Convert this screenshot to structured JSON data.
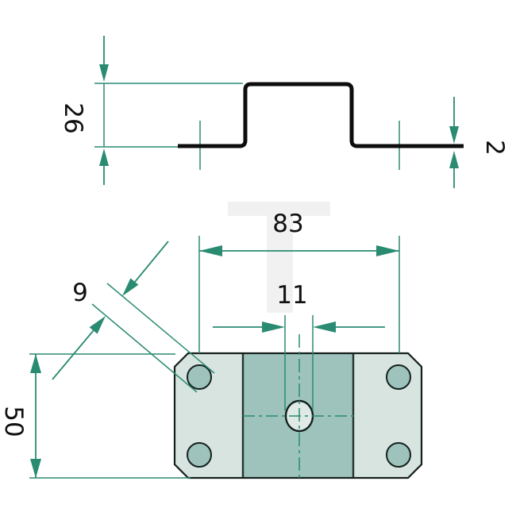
{
  "drawing": {
    "title_note": "technical drawing of hat-profile mounting plate, section view above plan view",
    "watermark_letter": "T",
    "dimensions": {
      "profile_height": "26",
      "material_thickness": "2",
      "hole_center_spacing": "83",
      "center_hole_diameter": "11",
      "corner_hole_diameter": "9",
      "plate_depth": "50"
    },
    "colors": {
      "dimension_teal": "#2a8b72",
      "profile_black": "#0d0d0d",
      "outline_dark": "#15201d",
      "band_line_dark": "#24342f",
      "plate_fill": "#d8e4e0",
      "band_fill": "#9dc3bc",
      "corner_hole_fill": "#9dc3bc",
      "center_hole_fill": "#dfe9e5",
      "watermark_gray": "#f1f1f1",
      "background": "#ffffff"
    }
  }
}
